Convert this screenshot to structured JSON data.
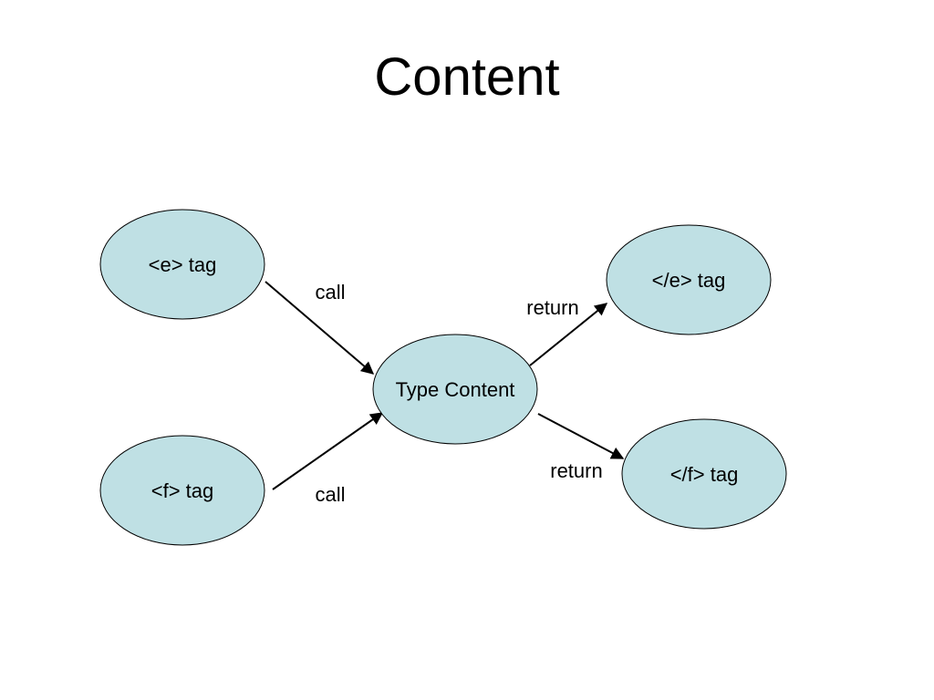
{
  "title": "Content",
  "colors": {
    "node_fill": "#bfe0e4",
    "node_stroke": "#000000",
    "edge": "#000000",
    "background": "#ffffff"
  },
  "nodes": {
    "e_open": "<e> tag",
    "f_open": "<f> tag",
    "type_content": "Type Content",
    "e_close": "</e> tag",
    "f_close": "</f> tag"
  },
  "edges": {
    "e_call": "call",
    "f_call": "call",
    "e_return": "return",
    "f_return": "return"
  }
}
